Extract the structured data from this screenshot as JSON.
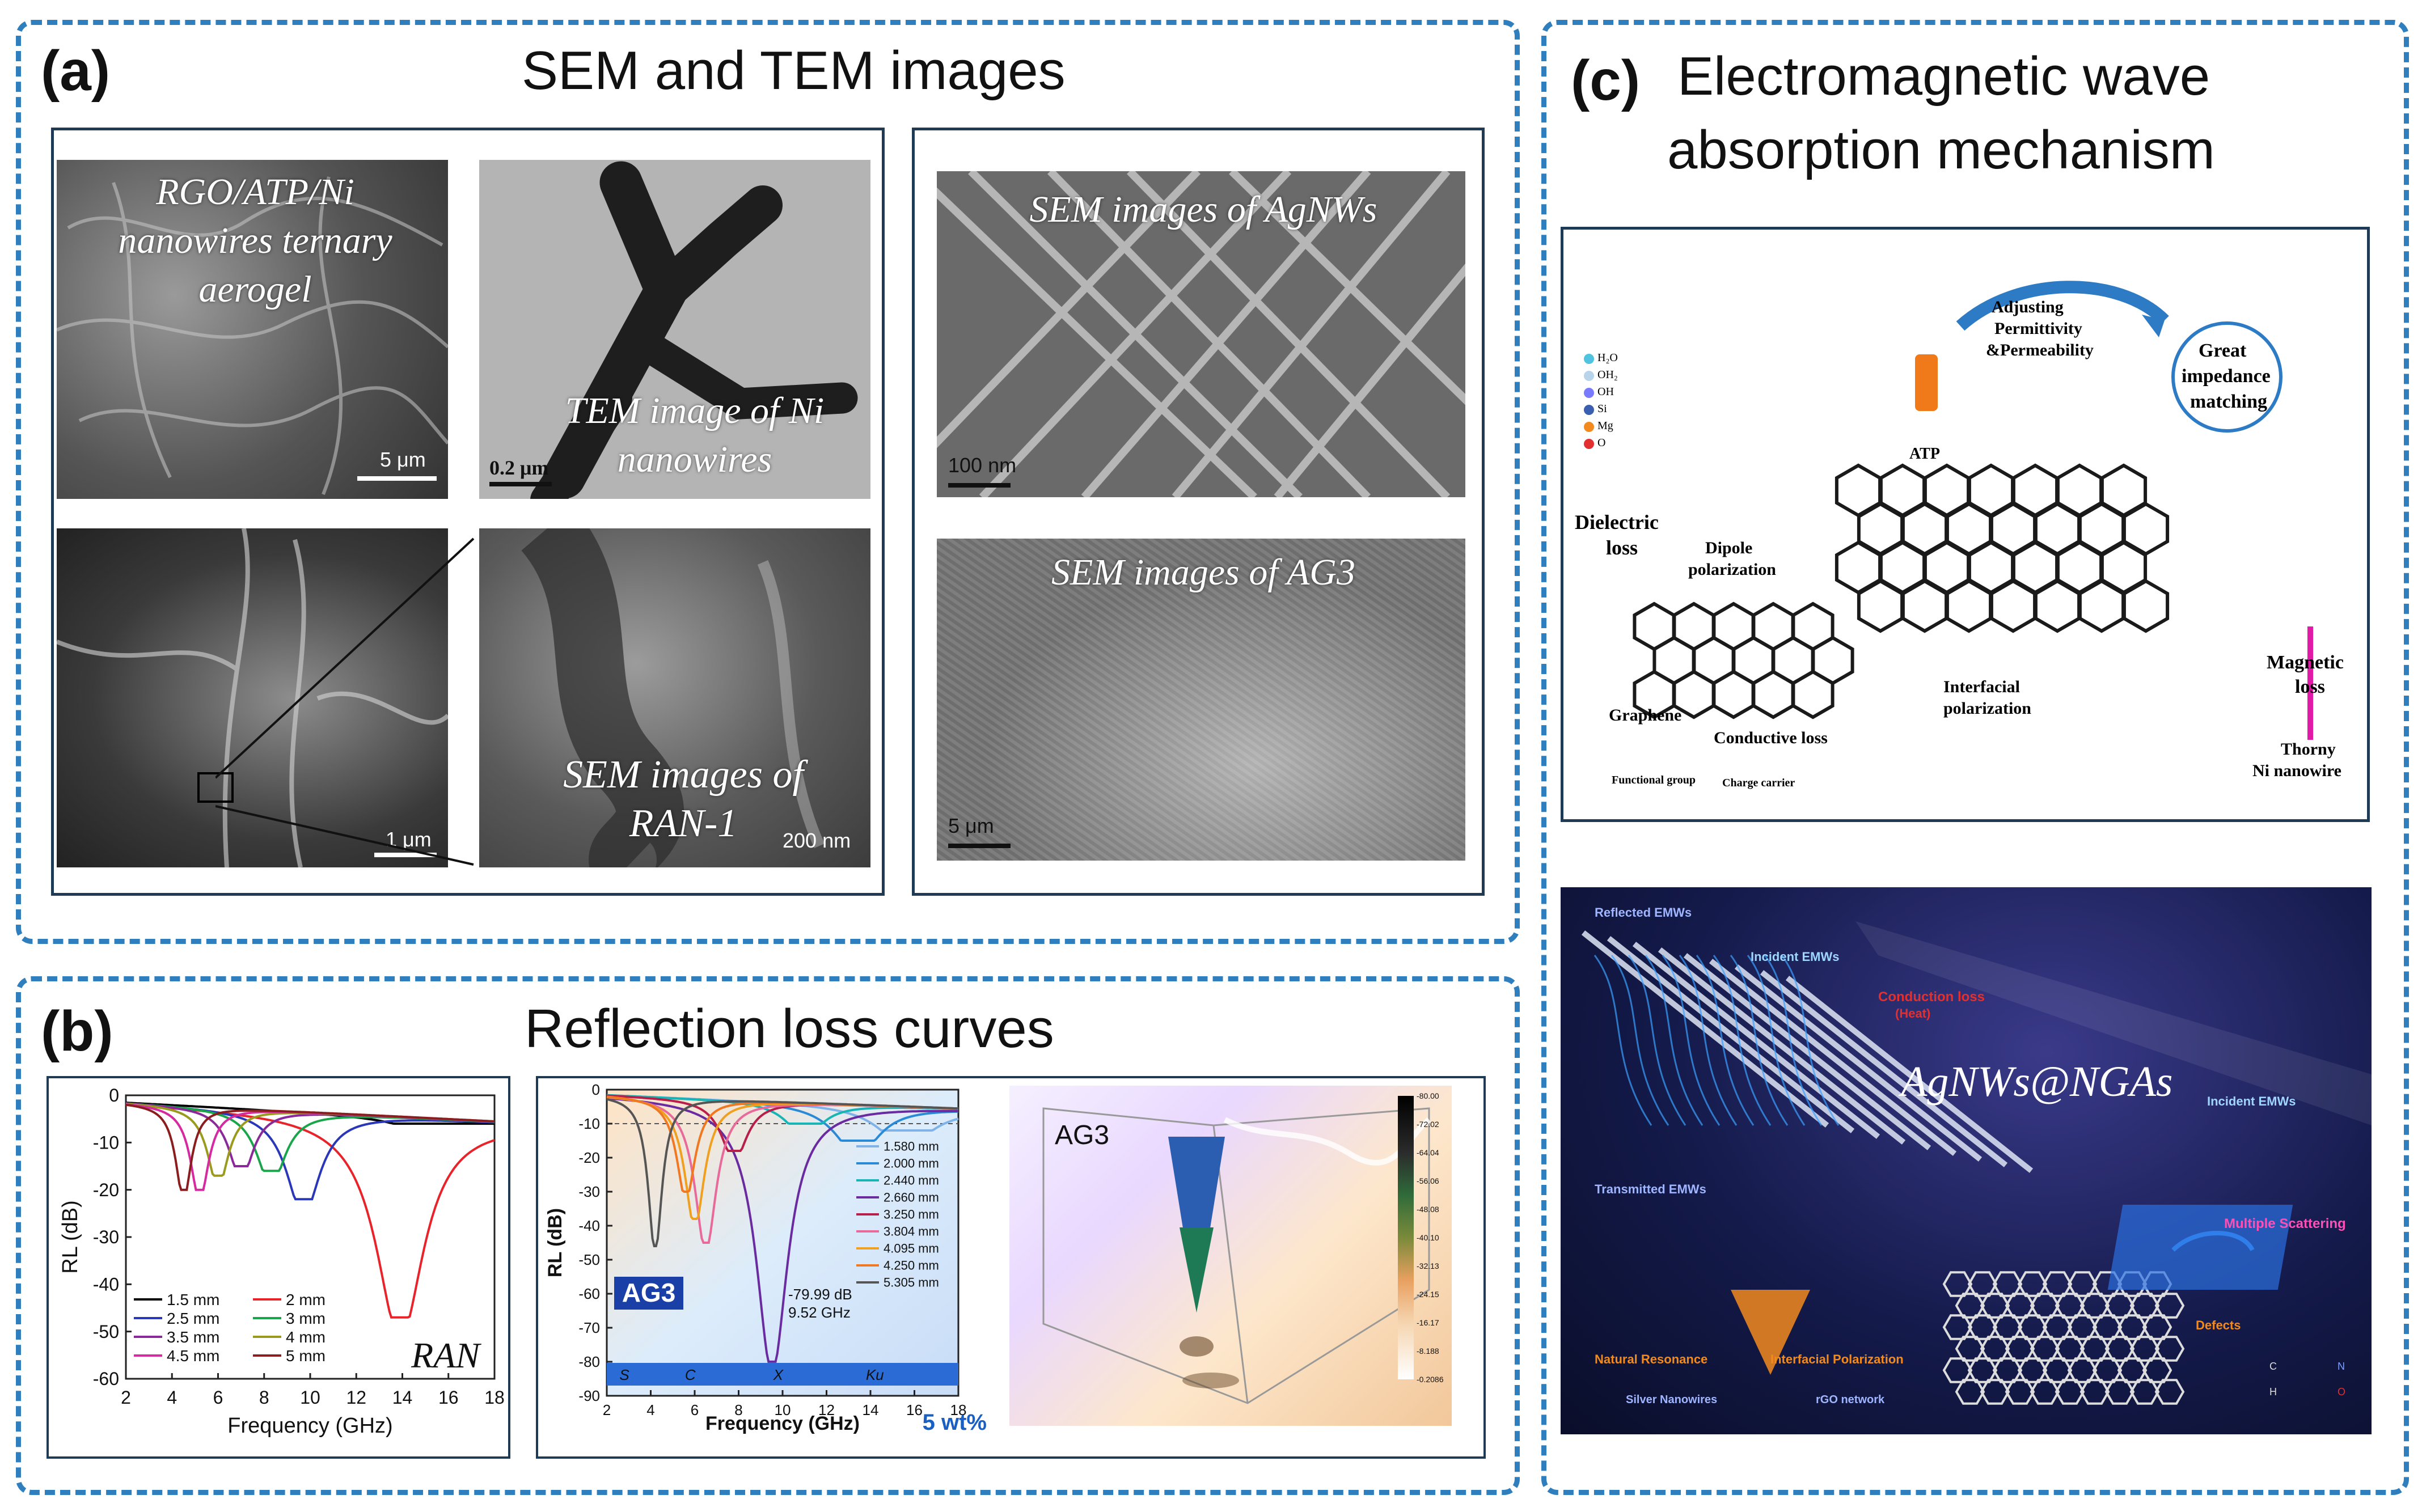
{
  "panel_a": {
    "label": "(a)",
    "title": "SEM and TEM images",
    "images": {
      "rgo": {
        "caption": "RGO/ATP/Ni nanowires ternary aerogel",
        "scale": "5 μm"
      },
      "tem": {
        "caption": "TEM image of Ni nanowires",
        "scale": "0.2 μm"
      },
      "ran_low": {
        "scale": "1 μm"
      },
      "ran_high": {
        "caption": "SEM images of RAN-1",
        "scale": "200 nm"
      },
      "agnws": {
        "caption": "SEM images of AgNWs",
        "scale": "100 nm"
      },
      "ag3": {
        "caption": "SEM images of AG3",
        "scale": "5 μm"
      }
    }
  },
  "panel_b": {
    "label": "(b)",
    "title": "Reflection loss curves",
    "ran_label": "RAN",
    "ag3_label": "AG3",
    "ag3_3d_label": "AG3",
    "wt_label": "5 wt%",
    "min_annotation": [
      "-79.99 dB",
      "9.52 GHz"
    ],
    "bands": [
      "S",
      "C",
      "X",
      "Ku"
    ],
    "colorbar_ticks": [
      "-80.00",
      "-72.02",
      "-64.04",
      "-56.06",
      "-48.08",
      "-40.10",
      "-32.13",
      "-24.15",
      "-16.17",
      "-8.188",
      "-0.2086"
    ]
  },
  "panel_c": {
    "label": "(c)",
    "title_line1": "Electromagnetic wave",
    "title_line2": "absorption mechanism",
    "diagram1": {
      "legend": [
        "H₂O",
        "OH₂",
        "OH",
        "Si",
        "Mg",
        "O"
      ],
      "adjusting": [
        "Adjusting",
        "Permittivity",
        "&Permeability"
      ],
      "great": [
        "Great",
        "impedance",
        "matching"
      ],
      "atp": "ATP",
      "dielectric": [
        "Dielectric",
        "loss"
      ],
      "dipole": [
        "Dipole",
        "polarization"
      ],
      "interfacial": [
        "Interfacial",
        "polarization"
      ],
      "magnetic": [
        "Magnetic",
        "loss"
      ],
      "thorny": [
        "Thorny",
        "Ni nanowire"
      ],
      "graphene": "Graphene",
      "conductive": "Conductive loss",
      "functional": "Functional group",
      "charge": "Charge carrier"
    },
    "diagram2": {
      "reflected": "Reflected EMWs",
      "incident1": "Incident EMWs",
      "conduction": [
        "Conduction loss",
        "(Heat)"
      ],
      "center_title": "AgNWs@NGAs",
      "incident2": "Incident EMWs",
      "transmitted": "Transmitted EMWs",
      "multiple": "Multiple Scattering",
      "natural": "Natural Resonance",
      "interfacial": "Interfacial Polarization",
      "defects": "Defects",
      "silver": "Silver Nanowires",
      "rgo": "rGO network",
      "atoms": [
        "C",
        "N",
        "H",
        "O"
      ]
    }
  },
  "chart_data": [
    {
      "type": "line",
      "xlabel": "Frequency (GHz)",
      "ylabel": "RL (dB)",
      "xlim": [
        2,
        18
      ],
      "ylim": [
        -60,
        0
      ],
      "xticks": [
        2,
        4,
        6,
        8,
        10,
        12,
        14,
        16,
        18
      ],
      "yticks": [
        0,
        -10,
        -20,
        -30,
        -40,
        -50,
        -60
      ],
      "annotation": "RAN",
      "series": [
        {
          "name": "1.5 mm",
          "color": "#000000",
          "peak_x": 16.0,
          "peak_y": -6
        },
        {
          "name": "2 mm",
          "color": "#e8232a",
          "peak_x": 13.9,
          "peak_y": -47
        },
        {
          "name": "2.5 mm",
          "color": "#2a37b8",
          "peak_x": 9.7,
          "peak_y": -22
        },
        {
          "name": "3 mm",
          "color": "#1aa54a",
          "peak_x": 8.3,
          "peak_y": -16
        },
        {
          "name": "3.5 mm",
          "color": "#8a2a9a",
          "peak_x": 7.0,
          "peak_y": -15
        },
        {
          "name": "4 mm",
          "color": "#9a9a1e",
          "peak_x": 6.0,
          "peak_y": -17
        },
        {
          "name": "4.5 mm",
          "color": "#d62aa0",
          "peak_x": 5.2,
          "peak_y": -20
        },
        {
          "name": "5 mm",
          "color": "#8a1e1e",
          "peak_x": 4.5,
          "peak_y": -20
        }
      ]
    },
    {
      "type": "line",
      "xlabel": "Frequency (GHz)",
      "ylabel": "RL (dB)",
      "xlim": [
        2,
        18
      ],
      "ylim": [
        -90,
        0
      ],
      "xticks": [
        2,
        4,
        6,
        8,
        10,
        12,
        14,
        16,
        18
      ],
      "yticks": [
        0,
        -10,
        -20,
        -30,
        -40,
        -50,
        -60,
        -70,
        -80,
        -90
      ],
      "annotation": "AG3",
      "series": [
        {
          "name": "1.580 mm",
          "color": "#7fb3e8",
          "peak_x": 15.6,
          "peak_y": -12
        },
        {
          "name": "2.000 mm",
          "color": "#2a8ad6",
          "peak_x": 13.4,
          "peak_y": -15
        },
        {
          "name": "2.440 mm",
          "color": "#19b5b5",
          "peak_x": 11.0,
          "peak_y": -10
        },
        {
          "name": "2.660 mm",
          "color": "#6a2aa0",
          "peak_x": 9.52,
          "peak_y": -79.99
        },
        {
          "name": "3.250 mm",
          "color": "#b81e4a",
          "peak_x": 7.8,
          "peak_y": -18
        },
        {
          "name": "3.804 mm",
          "color": "#e86a9a",
          "peak_x": 6.5,
          "peak_y": -45
        },
        {
          "name": "4.095 mm",
          "color": "#f0a020",
          "peak_x": 6.0,
          "peak_y": -38
        },
        {
          "name": "4.250 mm",
          "color": "#f07820",
          "peak_x": 5.6,
          "peak_y": -30
        },
        {
          "name": "5.305 mm",
          "color": "#555555",
          "peak_x": 4.2,
          "peak_y": -46
        }
      ]
    }
  ]
}
